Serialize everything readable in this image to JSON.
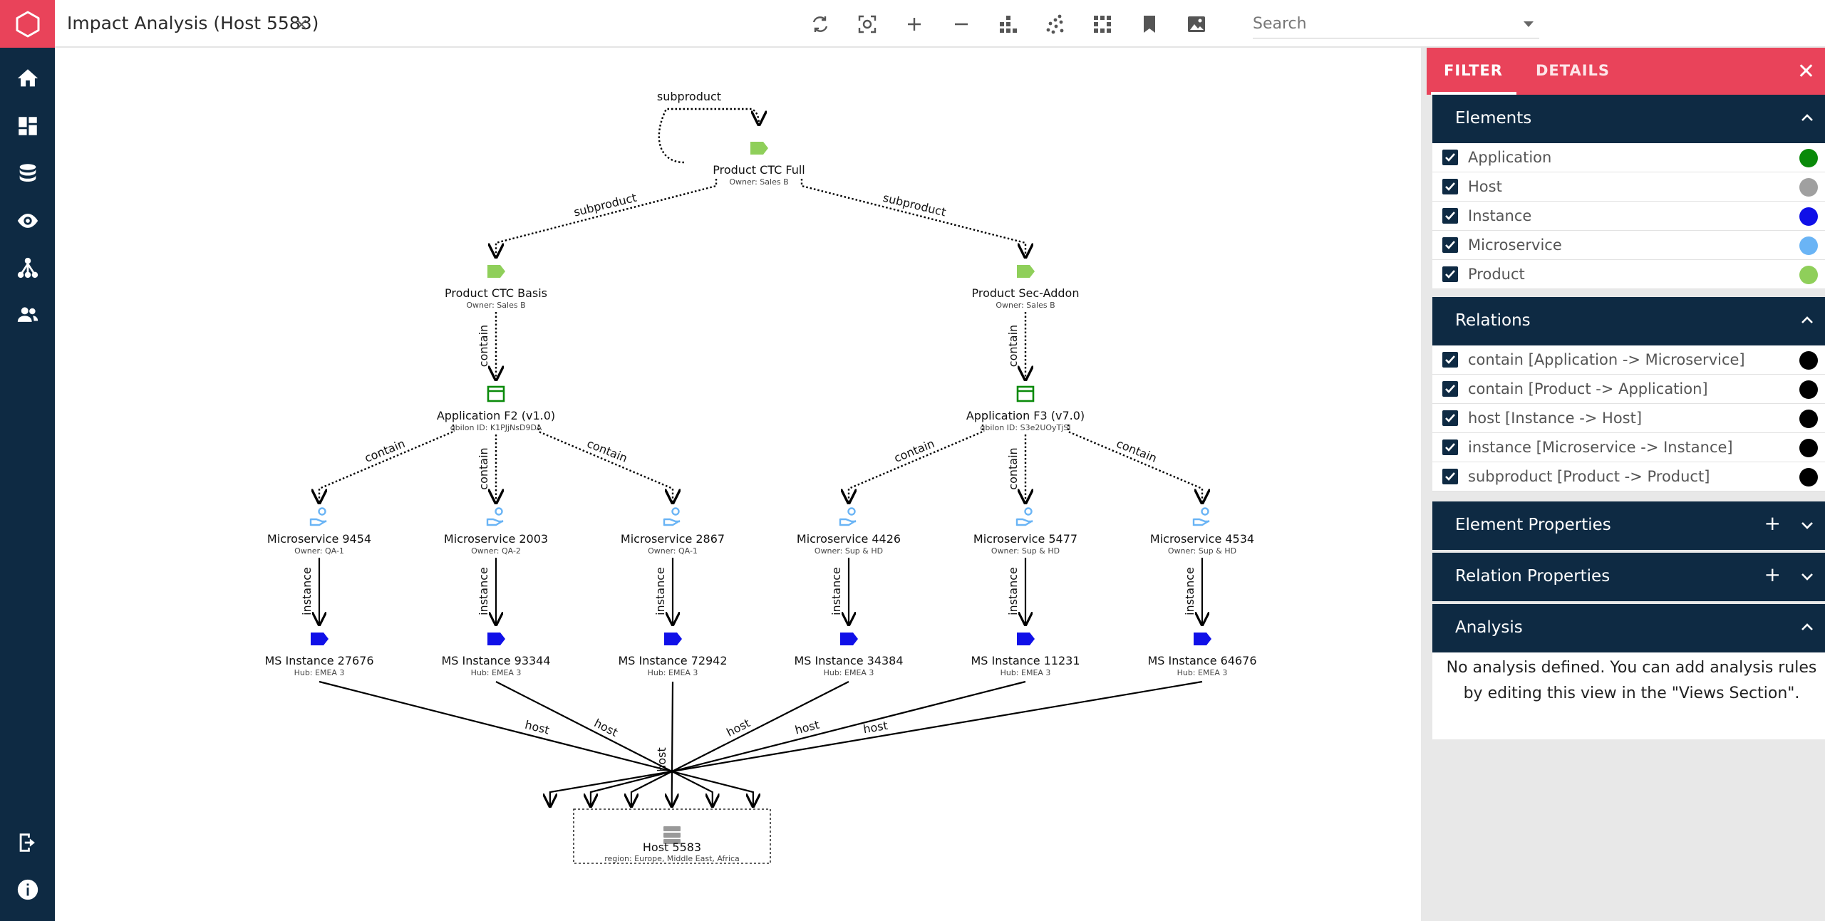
{
  "view": {
    "title": "Impact Analysis (Host 5583)",
    "close_glyph": "×"
  },
  "nav": {
    "items": [
      "home-icon",
      "dashboard-icon",
      "database-icon",
      "eye-icon",
      "hierarchy-icon",
      "users-icon",
      "logout-icon",
      "info-icon"
    ]
  },
  "toolbar": {
    "search_placeholder": "Search"
  },
  "panel": {
    "tab_filter": "FILTER",
    "tab_details": "DETAILS",
    "elements": {
      "title": "Elements",
      "items": [
        {
          "label": "Application",
          "color": "#0a8a0a"
        },
        {
          "label": "Host",
          "color": "#a0a0a0"
        },
        {
          "label": "Instance",
          "color": "#1010e8"
        },
        {
          "label": "Microservice",
          "color": "#6ab4f5"
        },
        {
          "label": "Product",
          "color": "#8fcf5a"
        }
      ]
    },
    "relations": {
      "title": "Relations",
      "items": [
        {
          "label": "contain [Application -> Microservice]",
          "color": "#000000"
        },
        {
          "label": "contain [Product -> Application]",
          "color": "#000000"
        },
        {
          "label": "host [Instance -> Host]",
          "color": "#000000"
        },
        {
          "label": "instance [Microservice -> Instance]",
          "color": "#000000"
        },
        {
          "label": "subproduct [Product -> Product]",
          "color": "#000000"
        }
      ]
    },
    "element_properties": {
      "title": "Element Properties"
    },
    "relation_properties": {
      "title": "Relation Properties"
    },
    "analysis": {
      "title": "Analysis",
      "text": "No analysis defined. You can add analysis rules by editing this view in the \"Views Section\"."
    }
  },
  "graph": {
    "nodes": [
      {
        "id": "p_full",
        "type": "product",
        "label": "Product CTC Full",
        "sub": "Owner: Sales B"
      },
      {
        "id": "p_basis",
        "type": "product",
        "label": "Product CTC Basis",
        "sub": "Owner: Sales B"
      },
      {
        "id": "p_sec",
        "type": "product",
        "label": "Product Sec-Addon",
        "sub": "Owner: Sales B"
      },
      {
        "id": "a_f2",
        "type": "application",
        "label": "Application F2 (v1.0)",
        "sub": "qbilon ID: K1PJjNsD9DA"
      },
      {
        "id": "a_f3",
        "type": "application",
        "label": "Application F3 (v7.0)",
        "sub": "qbilon ID: S3e2UOyTjSI"
      },
      {
        "id": "ms9454",
        "type": "microservice",
        "label": "Microservice 9454",
        "sub": "Owner: QA-1"
      },
      {
        "id": "ms2003",
        "type": "microservice",
        "label": "Microservice 2003",
        "sub": "Owner: QA-2"
      },
      {
        "id": "ms2867",
        "type": "microservice",
        "label": "Microservice 2867",
        "sub": "Owner: QA-1"
      },
      {
        "id": "ms4426",
        "type": "microservice",
        "label": "Microservice 4426",
        "sub": "Owner: Sup & HD"
      },
      {
        "id": "ms5477",
        "type": "microservice",
        "label": "Microservice 5477",
        "sub": "Owner: Sup & HD"
      },
      {
        "id": "ms4534",
        "type": "microservice",
        "label": "Microservice 4534",
        "sub": "Owner: Sup & HD"
      },
      {
        "id": "i27676",
        "type": "instance",
        "label": "MS Instance 27676",
        "sub": "Hub: EMEA 3"
      },
      {
        "id": "i93344",
        "type": "instance",
        "label": "MS Instance 93344",
        "sub": "Hub: EMEA 3"
      },
      {
        "id": "i72942",
        "type": "instance",
        "label": "MS Instance 72942",
        "sub": "Hub: EMEA 3"
      },
      {
        "id": "i34384",
        "type": "instance",
        "label": "MS Instance 34384",
        "sub": "Hub: EMEA 3"
      },
      {
        "id": "i11231",
        "type": "instance",
        "label": "MS Instance 11231",
        "sub": "Hub: EMEA 3"
      },
      {
        "id": "i64676",
        "type": "instance",
        "label": "MS Instance 64676",
        "sub": "Hub: EMEA 3"
      },
      {
        "id": "h5583",
        "type": "host",
        "label": "Host 5583",
        "sub": "region: Europe, Middle East, Africa"
      }
    ],
    "edges": [
      {
        "from": "p_full",
        "to": "p_full",
        "label": "subproduct"
      },
      {
        "from": "p_full",
        "to": "p_basis",
        "label": "subproduct"
      },
      {
        "from": "p_full",
        "to": "p_sec",
        "label": "subproduct"
      },
      {
        "from": "p_basis",
        "to": "a_f2",
        "label": "contain"
      },
      {
        "from": "p_sec",
        "to": "a_f3",
        "label": "contain"
      },
      {
        "from": "a_f2",
        "to": "ms9454",
        "label": "contain"
      },
      {
        "from": "a_f2",
        "to": "ms2003",
        "label": "contain"
      },
      {
        "from": "a_f2",
        "to": "ms2867",
        "label": "contain"
      },
      {
        "from": "a_f3",
        "to": "ms4426",
        "label": "contain"
      },
      {
        "from": "a_f3",
        "to": "ms5477",
        "label": "contain"
      },
      {
        "from": "a_f3",
        "to": "ms4534",
        "label": "contain"
      },
      {
        "from": "ms9454",
        "to": "i27676",
        "label": "instance"
      },
      {
        "from": "ms2003",
        "to": "i93344",
        "label": "instance"
      },
      {
        "from": "ms2867",
        "to": "i72942",
        "label": "instance"
      },
      {
        "from": "ms4426",
        "to": "i34384",
        "label": "instance"
      },
      {
        "from": "ms5477",
        "to": "i11231",
        "label": "instance"
      },
      {
        "from": "ms4534",
        "to": "i64676",
        "label": "instance"
      },
      {
        "from": "i27676",
        "to": "h5583",
        "label": "host"
      },
      {
        "from": "i93344",
        "to": "h5583",
        "label": "host"
      },
      {
        "from": "i72942",
        "to": "h5583",
        "label": "host"
      },
      {
        "from": "i34384",
        "to": "h5583",
        "label": "host"
      },
      {
        "from": "i11231",
        "to": "h5583",
        "label": "host"
      },
      {
        "from": "i64676",
        "to": "h5583",
        "label": "host"
      }
    ]
  }
}
